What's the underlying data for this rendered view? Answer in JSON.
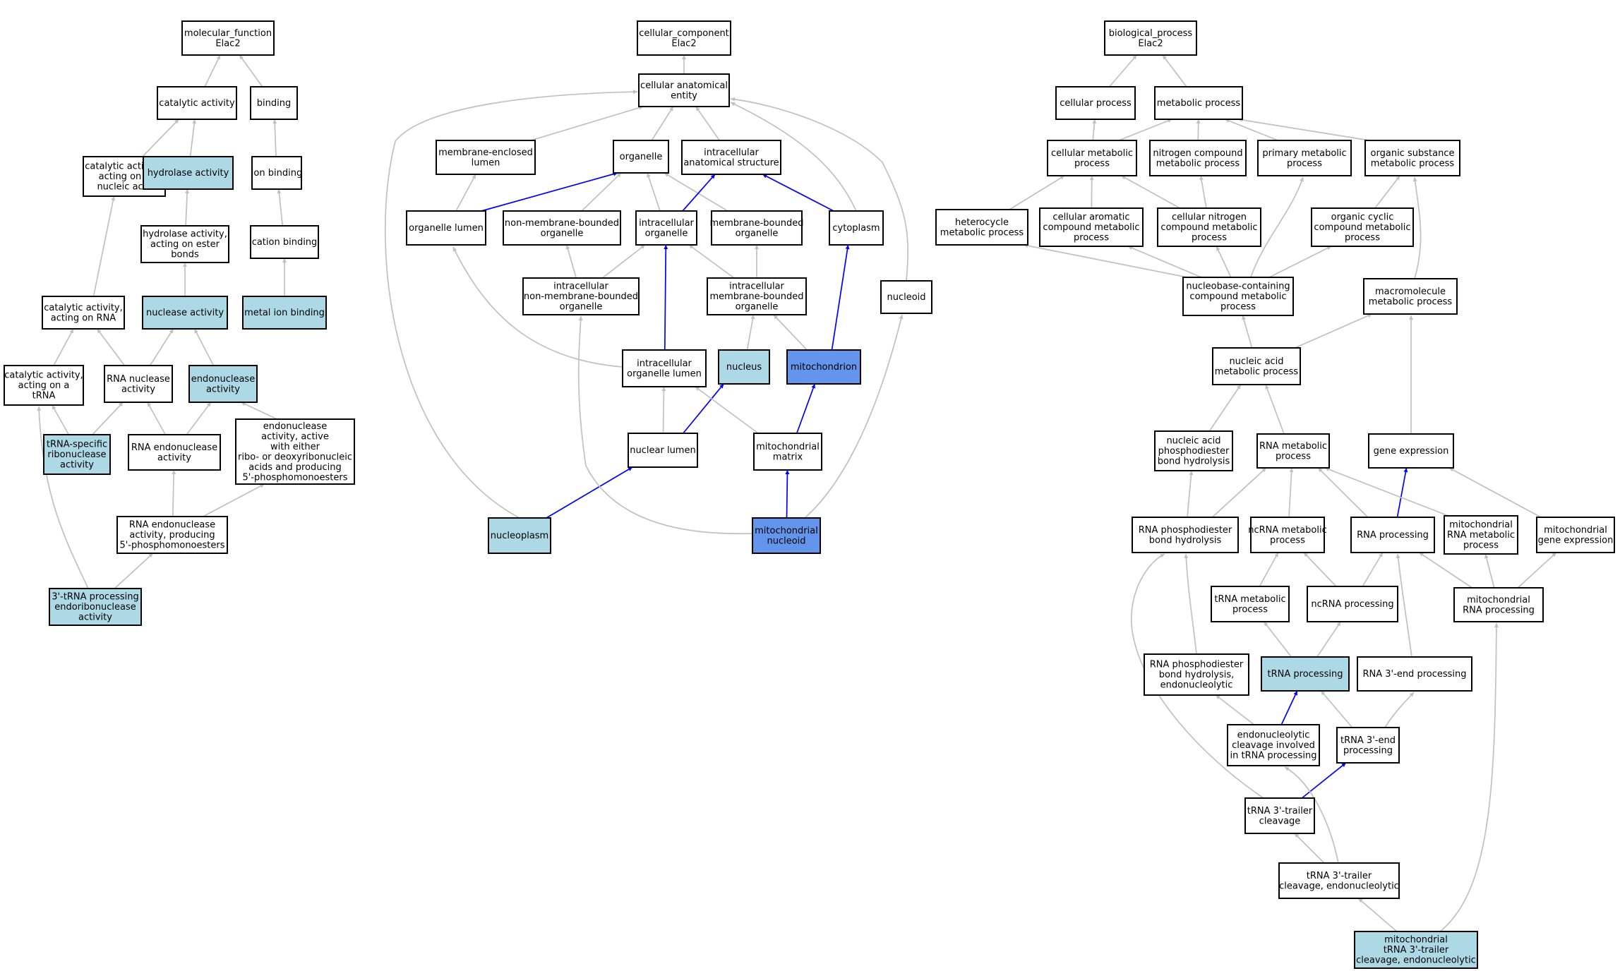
{
  "colors": {
    "plain": "#ffffff",
    "highlight": "#add8e6",
    "strong": "#6495ed",
    "edge_gray": "#c0c0c0",
    "edge_blue": "#0000ff"
  },
  "nodes": [
    {
      "id": "mf",
      "lines": [
        "molecular_function",
        "Elac2"
      ],
      "style": "plain"
    },
    {
      "id": "catalytic",
      "lines": [
        "catalytic activity"
      ],
      "style": "plain"
    },
    {
      "id": "binding",
      "lines": [
        "binding"
      ],
      "style": "plain"
    },
    {
      "id": "cat_nuc",
      "lines": [
        "catalytic activity,",
        "acting on a",
        "nucleic acid"
      ],
      "style": "plain"
    },
    {
      "id": "hydrolase",
      "lines": [
        "hydrolase activity"
      ],
      "style": "highlight"
    },
    {
      "id": "ion_binding",
      "lines": [
        "ion binding"
      ],
      "style": "plain"
    },
    {
      "id": "hydro_ester",
      "lines": [
        "hydrolase activity,",
        "acting on ester",
        "bonds"
      ],
      "style": "plain"
    },
    {
      "id": "cation",
      "lines": [
        "cation binding"
      ],
      "style": "plain"
    },
    {
      "id": "cat_rna",
      "lines": [
        "catalytic activity,",
        "acting on RNA"
      ],
      "style": "plain"
    },
    {
      "id": "nuclease",
      "lines": [
        "nuclease activity"
      ],
      "style": "highlight"
    },
    {
      "id": "metal",
      "lines": [
        "metal ion binding"
      ],
      "style": "highlight"
    },
    {
      "id": "cat_trna",
      "lines": [
        "catalytic activity,",
        "acting on a",
        "tRNA"
      ],
      "style": "plain"
    },
    {
      "id": "rna_nuclease",
      "lines": [
        "RNA nuclease",
        "activity"
      ],
      "style": "plain"
    },
    {
      "id": "endonuclease",
      "lines": [
        "endonuclease",
        "activity"
      ],
      "style": "highlight"
    },
    {
      "id": "trna_ribo",
      "lines": [
        "tRNA-specific",
        "ribonuclease",
        "activity"
      ],
      "style": "highlight"
    },
    {
      "id": "rna_endo",
      "lines": [
        "RNA endonuclease",
        "activity"
      ],
      "style": "plain"
    },
    {
      "id": "endo_either",
      "lines": [
        "endonuclease",
        "activity, active",
        "with either",
        "ribo- or deoxyribonucleic",
        "acids and producing",
        "5'-phosphomonoesters"
      ],
      "style": "plain"
    },
    {
      "id": "rna_endo_5p",
      "lines": [
        "RNA endonuclease",
        "activity, producing",
        "5'-phosphomonoesters"
      ],
      "style": "plain"
    },
    {
      "id": "trna3_endo",
      "lines": [
        "3'-tRNA processing",
        "endoribonuclease",
        "activity"
      ],
      "style": "highlight"
    },
    {
      "id": "cc",
      "lines": [
        "cellular_component",
        "Elac2"
      ],
      "style": "plain"
    },
    {
      "id": "cae",
      "lines": [
        "cellular anatomical",
        "entity"
      ],
      "style": "plain"
    },
    {
      "id": "mem_lumen",
      "lines": [
        "membrane-enclosed",
        "lumen"
      ],
      "style": "plain"
    },
    {
      "id": "organelle",
      "lines": [
        "organelle"
      ],
      "style": "plain"
    },
    {
      "id": "ias",
      "lines": [
        "intracellular",
        "anatomical structure"
      ],
      "style": "plain"
    },
    {
      "id": "org_lumen",
      "lines": [
        "organelle lumen"
      ],
      "style": "plain"
    },
    {
      "id": "nmbo",
      "lines": [
        "non-membrane-bounded",
        "organelle"
      ],
      "style": "plain"
    },
    {
      "id": "intra_org",
      "lines": [
        "intracellular",
        "organelle"
      ],
      "style": "plain"
    },
    {
      "id": "mbo",
      "lines": [
        "membrane-bounded",
        "organelle"
      ],
      "style": "plain"
    },
    {
      "id": "cytoplasm",
      "lines": [
        "cytoplasm"
      ],
      "style": "plain"
    },
    {
      "id": "inmbo",
      "lines": [
        "intracellular",
        "non-membrane-bounded",
        "organelle"
      ],
      "style": "plain"
    },
    {
      "id": "imbo",
      "lines": [
        "intracellular",
        "membrane-bounded",
        "organelle"
      ],
      "style": "plain"
    },
    {
      "id": "nucleoid",
      "lines": [
        "nucleoid"
      ],
      "style": "plain"
    },
    {
      "id": "iol",
      "lines": [
        "intracellular",
        "organelle lumen"
      ],
      "style": "plain"
    },
    {
      "id": "nucleus",
      "lines": [
        "nucleus"
      ],
      "style": "highlight"
    },
    {
      "id": "mitochondrion",
      "lines": [
        "mitochondrion"
      ],
      "style": "strong"
    },
    {
      "id": "nuc_lumen",
      "lines": [
        "nuclear lumen"
      ],
      "style": "plain"
    },
    {
      "id": "mito_matrix",
      "lines": [
        "mitochondrial",
        "matrix"
      ],
      "style": "plain"
    },
    {
      "id": "nucleoplasm",
      "lines": [
        "nucleoplasm"
      ],
      "style": "highlight"
    },
    {
      "id": "mito_nucleoid",
      "lines": [
        "mitochondrial",
        "nucleoid"
      ],
      "style": "strong"
    },
    {
      "id": "bp",
      "lines": [
        "biological_process",
        "Elac2"
      ],
      "style": "plain"
    },
    {
      "id": "cell_proc",
      "lines": [
        "cellular process"
      ],
      "style": "plain"
    },
    {
      "id": "met_proc",
      "lines": [
        "metabolic process"
      ],
      "style": "plain"
    },
    {
      "id": "cell_met",
      "lines": [
        "cellular metabolic",
        "process"
      ],
      "style": "plain"
    },
    {
      "id": "nitro_met",
      "lines": [
        "nitrogen compound",
        "metabolic process"
      ],
      "style": "plain"
    },
    {
      "id": "prim_met",
      "lines": [
        "primary metabolic",
        "process"
      ],
      "style": "plain"
    },
    {
      "id": "org_sub",
      "lines": [
        "organic substance",
        "metabolic process"
      ],
      "style": "plain"
    },
    {
      "id": "hetero",
      "lines": [
        "heterocycle",
        "metabolic process"
      ],
      "style": "plain"
    },
    {
      "id": "cell_arom",
      "lines": [
        "cellular aromatic",
        "compound metabolic",
        "process"
      ],
      "style": "plain"
    },
    {
      "id": "cell_nitro",
      "lines": [
        "cellular nitrogen",
        "compound metabolic",
        "process"
      ],
      "style": "plain"
    },
    {
      "id": "org_cyc",
      "lines": [
        "organic cyclic",
        "compound metabolic",
        "process"
      ],
      "style": "plain"
    },
    {
      "id": "nucleobase",
      "lines": [
        "nucleobase-containing",
        "compound metabolic",
        "process"
      ],
      "style": "plain"
    },
    {
      "id": "macro",
      "lines": [
        "macromolecule",
        "metabolic process"
      ],
      "style": "plain"
    },
    {
      "id": "na_met",
      "lines": [
        "nucleic acid",
        "metabolic process"
      ],
      "style": "plain"
    },
    {
      "id": "na_pdb",
      "lines": [
        "nucleic acid",
        "phosphodiester",
        "bond hydrolysis"
      ],
      "style": "plain"
    },
    {
      "id": "rna_met",
      "lines": [
        "RNA metabolic",
        "process"
      ],
      "style": "plain"
    },
    {
      "id": "gene_expr",
      "lines": [
        "gene expression"
      ],
      "style": "plain"
    },
    {
      "id": "rna_pdb",
      "lines": [
        "RNA phosphodiester",
        "bond hydrolysis"
      ],
      "style": "plain"
    },
    {
      "id": "ncrna_met",
      "lines": [
        "ncRNA metabolic",
        "process"
      ],
      "style": "plain"
    },
    {
      "id": "rna_proc",
      "lines": [
        "RNA processing"
      ],
      "style": "plain"
    },
    {
      "id": "mito_rna_met",
      "lines": [
        "mitochondrial",
        "RNA metabolic",
        "process"
      ],
      "style": "plain"
    },
    {
      "id": "mito_gene",
      "lines": [
        "mitochondrial",
        "gene expression"
      ],
      "style": "plain"
    },
    {
      "id": "trna_met",
      "lines": [
        "tRNA metabolic",
        "process"
      ],
      "style": "plain"
    },
    {
      "id": "ncrna_proc",
      "lines": [
        "ncRNA processing"
      ],
      "style": "plain"
    },
    {
      "id": "mito_rna_proc",
      "lines": [
        "mitochondrial",
        "RNA processing"
      ],
      "style": "plain"
    },
    {
      "id": "rna_pdb_endo",
      "lines": [
        "RNA phosphodiester",
        "bond hydrolysis,",
        "endonucleolytic"
      ],
      "style": "plain"
    },
    {
      "id": "trna_proc",
      "lines": [
        "tRNA processing"
      ],
      "style": "highlight"
    },
    {
      "id": "rna3_end",
      "lines": [
        "RNA 3'-end processing"
      ],
      "style": "plain"
    },
    {
      "id": "endo_cleav",
      "lines": [
        "endonucleolytic",
        "cleavage involved",
        "in tRNA processing"
      ],
      "style": "plain"
    },
    {
      "id": "trna3_end",
      "lines": [
        "tRNA 3'-end",
        "processing"
      ],
      "style": "plain"
    },
    {
      "id": "trna3_trailer",
      "lines": [
        "tRNA 3'-trailer",
        "cleavage"
      ],
      "style": "plain"
    },
    {
      "id": "trna3_trailer_endo",
      "lines": [
        "tRNA 3'-trailer",
        "cleavage, endonucleolytic"
      ],
      "style": "plain"
    },
    {
      "id": "mito_trna3",
      "lines": [
        "mitochondrial",
        "tRNA 3'-trailer",
        "cleavage, endonucleolytic"
      ],
      "style": "highlight"
    }
  ],
  "edges": [
    {
      "from": "catalytic",
      "to": "mf",
      "blue": false
    },
    {
      "from": "binding",
      "to": "mf",
      "blue": false
    },
    {
      "from": "cat_nuc",
      "to": "catalytic",
      "blue": false
    },
    {
      "from": "hydrolase",
      "to": "catalytic",
      "blue": false
    },
    {
      "from": "ion_binding",
      "to": "binding",
      "blue": false
    },
    {
      "from": "hydro_ester",
      "to": "hydrolase",
      "blue": false
    },
    {
      "from": "cation",
      "to": "ion_binding",
      "blue": false
    },
    {
      "from": "cat_rna",
      "to": "cat_nuc",
      "blue": false
    },
    {
      "from": "nuclease",
      "to": "hydro_ester",
      "blue": false
    },
    {
      "from": "metal",
      "to": "cation",
      "blue": false
    },
    {
      "from": "cat_trna",
      "to": "cat_rna",
      "blue": false
    },
    {
      "from": "rna_nuclease",
      "to": "cat_rna",
      "blue": false
    },
    {
      "from": "rna_nuclease",
      "to": "nuclease",
      "blue": false
    },
    {
      "from": "endonuclease",
      "to": "nuclease",
      "blue": false
    },
    {
      "from": "trna_ribo",
      "to": "cat_trna",
      "blue": false
    },
    {
      "from": "trna_ribo",
      "to": "rna_nuclease",
      "blue": false
    },
    {
      "from": "rna_endo",
      "to": "rna_nuclease",
      "blue": false
    },
    {
      "from": "rna_endo",
      "to": "endonuclease",
      "blue": false
    },
    {
      "from": "endo_either",
      "to": "endonuclease",
      "blue": false
    },
    {
      "from": "rna_endo_5p",
      "to": "rna_endo",
      "blue": false
    },
    {
      "from": "rna_endo_5p",
      "to": "endo_either",
      "blue": false
    },
    {
      "from": "trna3_endo",
      "to": "rna_endo_5p",
      "blue": false
    },
    {
      "from": "trna3_endo",
      "to": "cat_trna",
      "blue": false
    },
    {
      "from": "cae",
      "to": "cc",
      "blue": false
    },
    {
      "from": "mem_lumen",
      "to": "cae",
      "blue": false
    },
    {
      "from": "organelle",
      "to": "cae",
      "blue": false
    },
    {
      "from": "ias",
      "to": "cae",
      "blue": false
    },
    {
      "from": "cytoplasm",
      "to": "cae",
      "blue": false
    },
    {
      "from": "nucleoid",
      "to": "cae",
      "blue": false
    },
    {
      "from": "nucleoplasm",
      "to": "cae",
      "blue": false
    },
    {
      "from": "org_lumen",
      "to": "mem_lumen",
      "blue": false
    },
    {
      "from": "org_lumen",
      "to": "organelle",
      "blue": true
    },
    {
      "from": "nmbo",
      "to": "organelle",
      "blue": false
    },
    {
      "from": "intra_org",
      "to": "organelle",
      "blue": false
    },
    {
      "from": "mbo",
      "to": "organelle",
      "blue": false
    },
    {
      "from": "intra_org",
      "to": "ias",
      "blue": true
    },
    {
      "from": "cytoplasm",
      "to": "ias",
      "blue": true
    },
    {
      "from": "inmbo",
      "to": "nmbo",
      "blue": false
    },
    {
      "from": "inmbo",
      "to": "intra_org",
      "blue": false
    },
    {
      "from": "imbo",
      "to": "intra_org",
      "blue": false
    },
    {
      "from": "imbo",
      "to": "mbo",
      "blue": false
    },
    {
      "from": "iol",
      "to": "org_lumen",
      "blue": false
    },
    {
      "from": "iol",
      "to": "intra_org",
      "blue": true
    },
    {
      "from": "nucleus",
      "to": "imbo",
      "blue": false
    },
    {
      "from": "mitochondrion",
      "to": "imbo",
      "blue": false
    },
    {
      "from": "mitochondrion",
      "to": "cytoplasm",
      "blue": true
    },
    {
      "from": "nuc_lumen",
      "to": "iol",
      "blue": false
    },
    {
      "from": "nuc_lumen",
      "to": "nucleus",
      "blue": true
    },
    {
      "from": "mito_matrix",
      "to": "iol",
      "blue": false
    },
    {
      "from": "mito_matrix",
      "to": "mitochondrion",
      "blue": true
    },
    {
      "from": "nucleoplasm",
      "to": "nuc_lumen",
      "blue": true
    },
    {
      "from": "mito_nucleoid",
      "to": "mito_matrix",
      "blue": true
    },
    {
      "from": "mito_nucleoid",
      "to": "nucleoid",
      "blue": false
    },
    {
      "from": "mito_nucleoid",
      "to": "inmbo",
      "blue": false
    },
    {
      "from": "cell_proc",
      "to": "bp",
      "blue": false
    },
    {
      "from": "met_proc",
      "to": "bp",
      "blue": false
    },
    {
      "from": "cell_met",
      "to": "cell_proc",
      "blue": false
    },
    {
      "from": "cell_met",
      "to": "met_proc",
      "blue": false
    },
    {
      "from": "nitro_met",
      "to": "met_proc",
      "blue": false
    },
    {
      "from": "prim_met",
      "to": "met_proc",
      "blue": false
    },
    {
      "from": "org_sub",
      "to": "met_proc",
      "blue": false
    },
    {
      "from": "hetero",
      "to": "cell_met",
      "blue": false
    },
    {
      "from": "cell_arom",
      "to": "cell_met",
      "blue": false
    },
    {
      "from": "cell_nitro",
      "to": "cell_met",
      "blue": false
    },
    {
      "from": "cell_nitro",
      "to": "nitro_met",
      "blue": false
    },
    {
      "from": "org_cyc",
      "to": "org_sub",
      "blue": false
    },
    {
      "from": "nucleobase",
      "to": "hetero",
      "blue": false
    },
    {
      "from": "nucleobase",
      "to": "cell_arom",
      "blue": false
    },
    {
      "from": "nucleobase",
      "to": "cell_nitro",
      "blue": false
    },
    {
      "from": "nucleobase",
      "to": "prim_met",
      "blue": false
    },
    {
      "from": "nucleobase",
      "to": "org_cyc",
      "blue": false
    },
    {
      "from": "macro",
      "to": "org_sub",
      "blue": false
    },
    {
      "from": "na_met",
      "to": "nucleobase",
      "blue": false
    },
    {
      "from": "na_met",
      "to": "macro",
      "blue": false
    },
    {
      "from": "na_pdb",
      "to": "na_met",
      "blue": false
    },
    {
      "from": "rna_met",
      "to": "na_met",
      "blue": false
    },
    {
      "from": "gene_expr",
      "to": "macro",
      "blue": false
    },
    {
      "from": "rna_pdb",
      "to": "na_pdb",
      "blue": false
    },
    {
      "from": "rna_pdb",
      "to": "rna_met",
      "blue": false
    },
    {
      "from": "ncrna_met",
      "to": "rna_met",
      "blue": false
    },
    {
      "from": "rna_proc",
      "to": "rna_met",
      "blue": false
    },
    {
      "from": "rna_proc",
      "to": "gene_expr",
      "blue": true
    },
    {
      "from": "mito_rna_met",
      "to": "rna_met",
      "blue": false
    },
    {
      "from": "mito_gene",
      "to": "gene_expr",
      "blue": false
    },
    {
      "from": "trna_met",
      "to": "ncrna_met",
      "blue": false
    },
    {
      "from": "ncrna_proc",
      "to": "ncrna_met",
      "blue": false
    },
    {
      "from": "ncrna_proc",
      "to": "rna_proc",
      "blue": false
    },
    {
      "from": "mito_rna_proc",
      "to": "rna_proc",
      "blue": false
    },
    {
      "from": "mito_rna_proc",
      "to": "mito_rna_met",
      "blue": false
    },
    {
      "from": "mito_rna_proc",
      "to": "mito_gene",
      "blue": false
    },
    {
      "from": "rna_pdb_endo",
      "to": "rna_pdb",
      "blue": false
    },
    {
      "from": "trna_proc",
      "to": "trna_met",
      "blue": false
    },
    {
      "from": "trna_proc",
      "to": "ncrna_proc",
      "blue": false
    },
    {
      "from": "rna3_end",
      "to": "rna_proc",
      "blue": false
    },
    {
      "from": "endo_cleav",
      "to": "rna_pdb_endo",
      "blue": false
    },
    {
      "from": "endo_cleav",
      "to": "trna_proc",
      "blue": true
    },
    {
      "from": "trna3_end",
      "to": "trna_proc",
      "blue": false
    },
    {
      "from": "trna3_end",
      "to": "rna3_end",
      "blue": false
    },
    {
      "from": "trna3_trailer",
      "to": "trna3_end",
      "blue": true
    },
    {
      "from": "trna3_trailer",
      "to": "rna_pdb",
      "blue": false
    },
    {
      "from": "trna3_trailer_endo",
      "to": "trna3_trailer",
      "blue": false
    },
    {
      "from": "trna3_trailer_endo",
      "to": "endo_cleav",
      "blue": false
    },
    {
      "from": "mito_trna3",
      "to": "trna3_trailer_endo",
      "blue": false
    },
    {
      "from": "mito_trna3",
      "to": "mito_rna_proc",
      "blue": false
    }
  ]
}
